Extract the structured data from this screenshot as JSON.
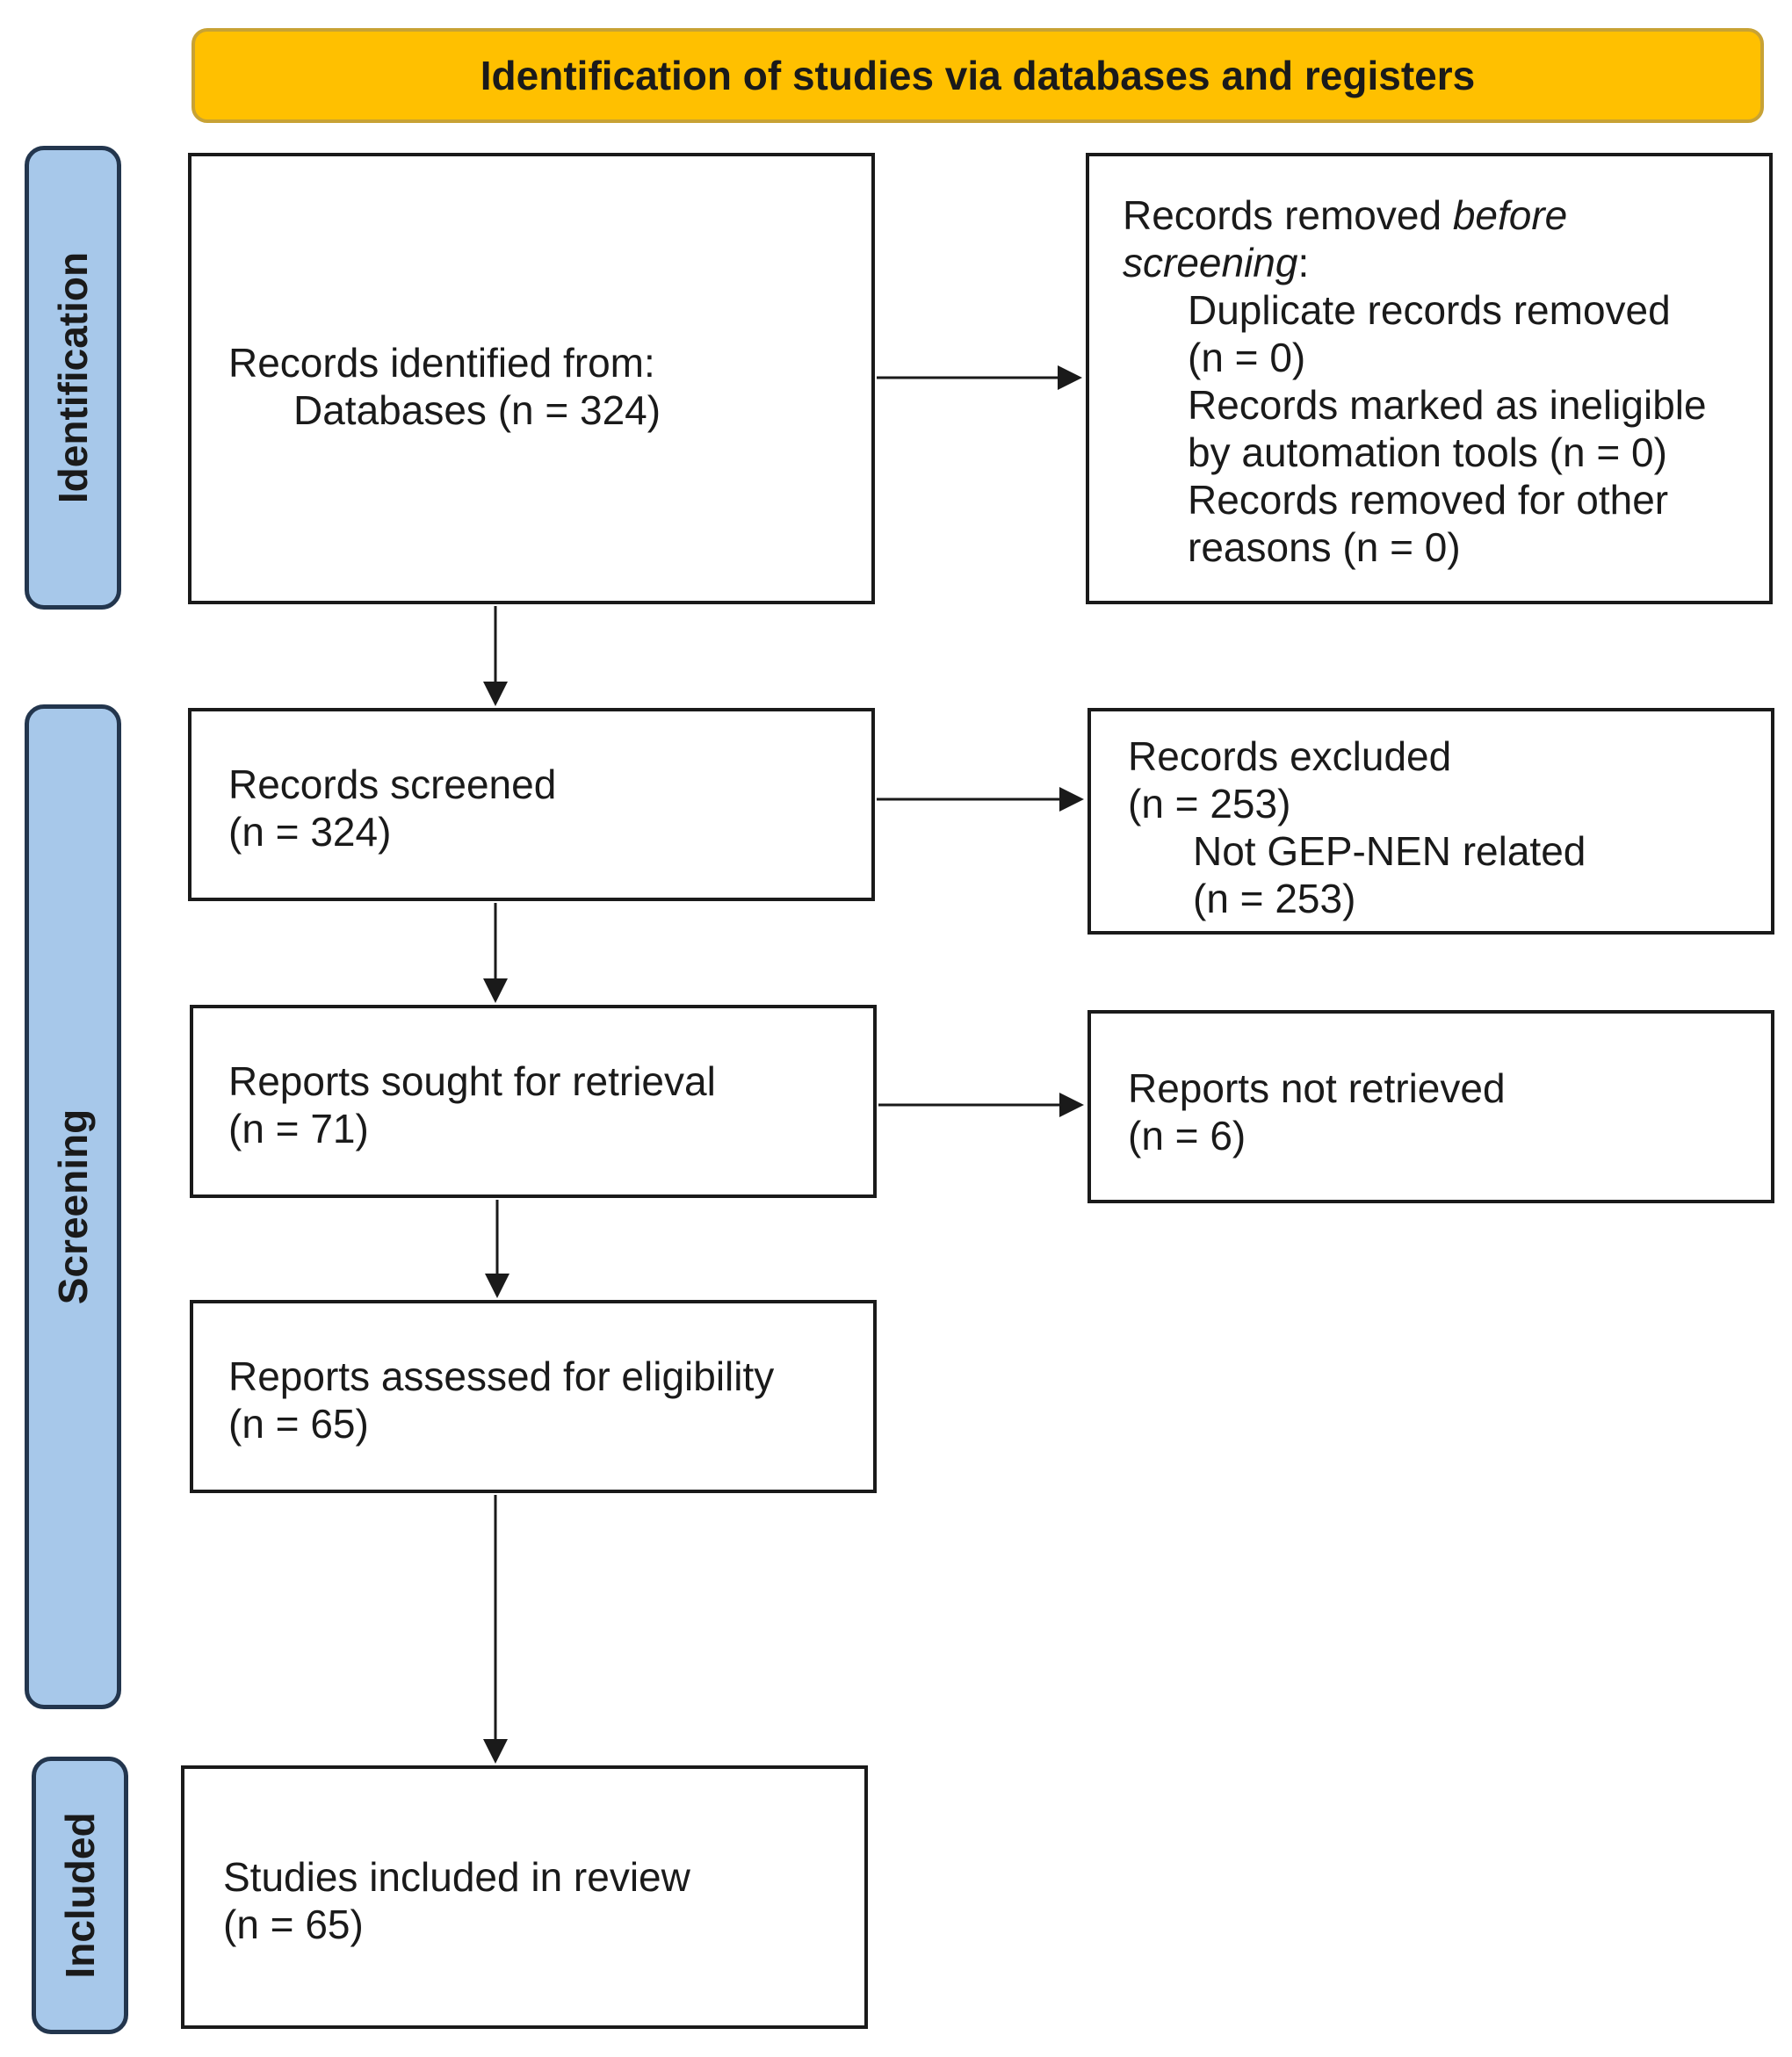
{
  "header": {
    "title": "Identification of studies via databases and registers"
  },
  "stages": {
    "identification": "Identification",
    "screening": "Screening",
    "included": "Included"
  },
  "boxes": {
    "identified": {
      "line1": "Records identified from:",
      "line2": "Databases (n = 324)"
    },
    "removed": {
      "prefix": "Records removed ",
      "emph": "before",
      "emph2": "screening",
      "suffix": ":",
      "items": [
        "Duplicate records removed",
        "(n = 0)",
        "Records marked as ineligible",
        "by automation tools (n = 0)",
        "Records removed for other",
        "reasons (n = 0)"
      ]
    },
    "screened": {
      "line1": "Records screened",
      "line2": "(n = 324)"
    },
    "excluded": {
      "line1": "Records excluded",
      "line2": "(n = 253)",
      "sub1": "Not GEP-NEN related",
      "sub2": "(n = 253)"
    },
    "sought": {
      "line1": "Reports sought for retrieval",
      "line2": "(n = 71)"
    },
    "not_retrieved": {
      "line1": "Reports not retrieved",
      "line2": "(n = 6)"
    },
    "assessed": {
      "line1": "Reports assessed for eligibility",
      "line2": "(n = 65)"
    },
    "included": {
      "line1": "Studies included in review",
      "line2": "(n = 65)"
    }
  },
  "colors": {
    "header_fill": "#FFC000",
    "stage_fill": "#A7C8EA",
    "stage_border": "#23364E"
  }
}
